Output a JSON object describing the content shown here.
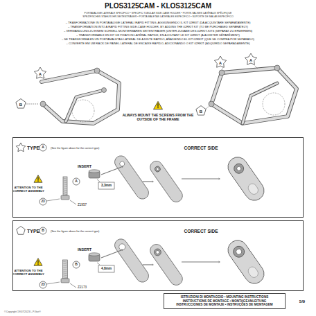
{
  "diagram": {
    "title": "PLOS3125CAM - KLOS3125CAM",
    "nodes": [
      {
        "text": [
          "TYPE",
          "(See the figure above for the correct type)"
        ]
      },
      {
        "text": [
          "TYPE",
          "(See the figure above for the correct type)"
        ]
      },
      {
        "text": [
          "ISTRUZIONI DI MONTAGGIO • MOUNTING INSTRUCTIONS INSTRUCTIONS DE MONTAGE • MONTAGEANLEITUNG INSTRUCCIONES DE MONTAJE • INSTRUÇÕES DE MONTAGEM"
        ]
      }
    ],
    "labels": [
      "PORTAVALIGIE LATERALE SPECIFICO • SPECIFIC TUBULAR SIDE-CASE HOLDER • PORTE-VALISES LATÉRAUX SPÉCIFIQUE",
      "SPEZIFISCHES STAHLROHR-SEITENTRÄGER • PORTA MALETAS LATERALES ESPECÍFICO • SUPORTE DE MALAS ESPECÍFICO",
      "– TRASFORMAZIONE IN PORTAVALIGIE LATERALI RAPID FITTING, AGGIUNGENDO IL KIT 02RKIT (DA ACQUISTARE SEPARATAMENTE)",
      "– TRANSFORMATION INTO A RAPID FITTING SIDE-CASE HOLDER, BY ADDING THE 02RKIT KIT (TO BE PURCHASED SEPARATELY)",
      "– VERWANDLUNG ZU EINEM SCHNELL MONTIERBAREN SEITENTRÄGER (UNTER ZUGABE DES 02RKIT-KITS (SEPARAT ZU ERWERBEN)",
      "– TRANSFORMABLE EN KIT DE FIXATION LATÉRAL RAPIDE, EN AJOUTANT LE KIT 02RKIT (À ACHETER SÉPARÉMENT)",
      "– SE TRANSFORMA EN UN PORTAMALETAS LATERAL DE AJUSTE RÁPIDO, AÑADIENDO EL KIT 02RKIT (QUE SE COMPRA POR SEPARADO)",
      "– CONVERTE EM UM RACK DE PAINEL LATERAL DE ENCAIXE RÁPIDO, ADICIONANDO O KIT 02RKIT (ADQUIRIDO SEPARADAMENTE)",
      "B",
      "A",
      "A",
      "A",
      "B",
      "ALWAYS MOUNT THE SCREWS FROM THE OUTSIDE OF THE FRAME",
      "A",
      "CORRECT SIDE",
      "INSERT",
      "3,3mm",
      "ATTENTION TO THE CORRECT ASSEMBLY",
      "23",
      "Z1957",
      "A",
      "B",
      "CORRECT SIDE",
      "INSERT",
      "4,8mm",
      "ATTENTION TO THE CORRECT ASSEMBLY",
      "23",
      "Z2173",
      "B",
      "5/9",
      "©Copyright 19/07/2023 L.P.Givi®"
    ]
  }
}
